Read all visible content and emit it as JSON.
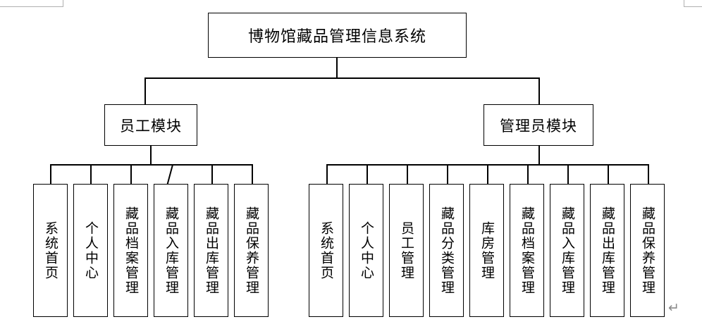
{
  "document": {
    "type": "organization-chart",
    "title": "博物馆藏品管理信息系统",
    "paragraph_mark": "↵"
  },
  "chart_data": {
    "type": "tree",
    "root": {
      "label": "博物馆藏品管理信息系统"
    },
    "branches": [
      {
        "id": "employee",
        "label": "员工模块",
        "children": [
          {
            "label": "系统首页"
          },
          {
            "label": "个人中心"
          },
          {
            "label": "藏品档案管理"
          },
          {
            "label": "藏品入库管理"
          },
          {
            "label": "藏品出库管理"
          },
          {
            "label": "藏品保养管理"
          }
        ]
      },
      {
        "id": "admin",
        "label": "管理员模块",
        "children": [
          {
            "label": "系统首页"
          },
          {
            "label": "个人中心"
          },
          {
            "label": "员工管理"
          },
          {
            "label": "藏品分类管理"
          },
          {
            "label": "库房管理"
          },
          {
            "label": "藏品档案管理"
          },
          {
            "label": "藏品入库管理"
          },
          {
            "label": "藏品出库管理"
          },
          {
            "label": "藏品保养管理"
          }
        ]
      }
    ]
  },
  "style": {
    "line_color": "#000000",
    "box_fill": "#ffffff",
    "text_color": "#000000",
    "margin_mark_color": "#b0b0b0"
  }
}
